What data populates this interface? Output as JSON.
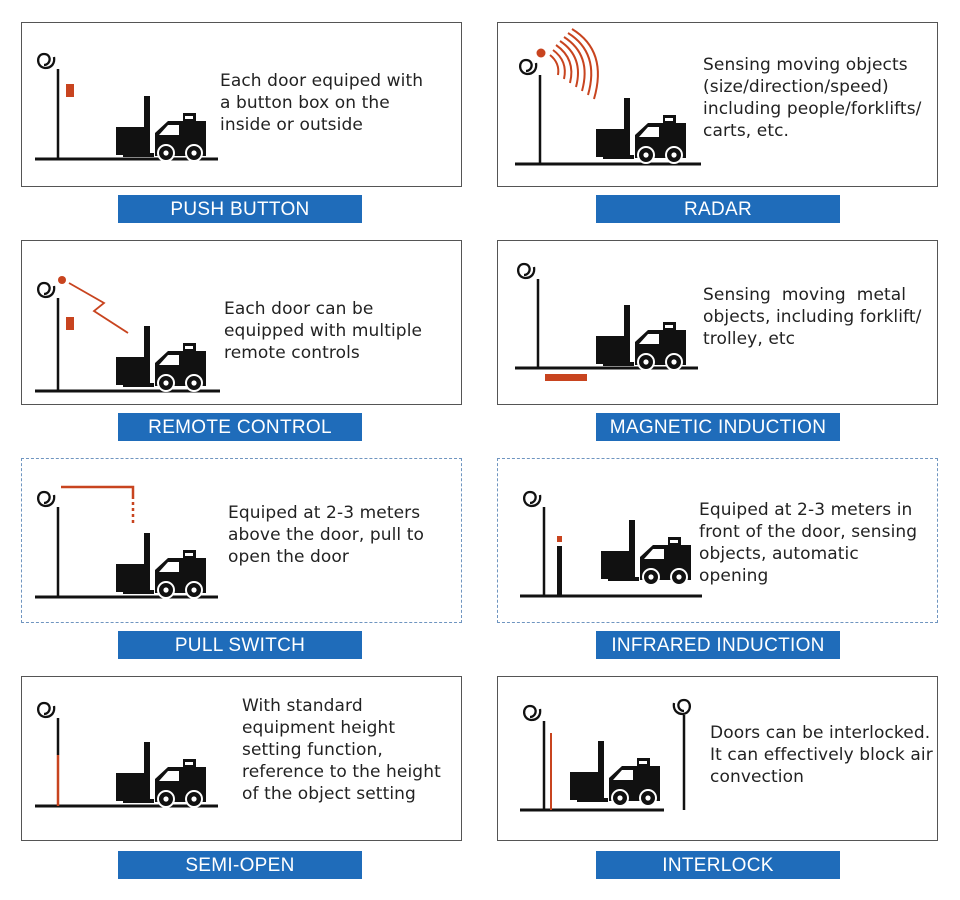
{
  "colors": {
    "accent": "#c8441f",
    "label_bg": "#1f6cba",
    "ink": "#111111"
  },
  "panels": [
    {
      "label": "PUSH BUTTON",
      "description": [
        "Each door equiped with",
        "a button box on the",
        "inside or outside"
      ]
    },
    {
      "label": "RADAR",
      "description": [
        "Sensing moving objects",
        "(size/direction/speed)",
        "including people/forklifts/",
        "carts, etc."
      ]
    },
    {
      "label": "REMOTE CONTROL",
      "description": [
        "Each door can be",
        "equipped with multiple",
        "remote controls"
      ]
    },
    {
      "label": "MAGNETIC INDUCTION",
      "description": [
        "Sensing  moving  metal",
        "objects, including forklift/",
        "trolley, etc"
      ]
    },
    {
      "label": "PULL SWITCH",
      "description": [
        "Equiped at 2-3 meters",
        "above the door, pull to",
        "open the door"
      ]
    },
    {
      "label": "INFRARED INDUCTION",
      "description": [
        "Equiped at 2-3 meters in",
        "front of the door, sensing",
        "objects, automatic",
        "opening"
      ]
    },
    {
      "label": "SEMI-OPEN",
      "description": [
        "With standard",
        "equipment height",
        "setting function,",
        "reference to the height",
        "of the object setting"
      ]
    },
    {
      "label": "INTERLOCK",
      "description": [
        "Doors can be interlocked.",
        "It can effectively block air",
        "convection"
      ]
    }
  ]
}
